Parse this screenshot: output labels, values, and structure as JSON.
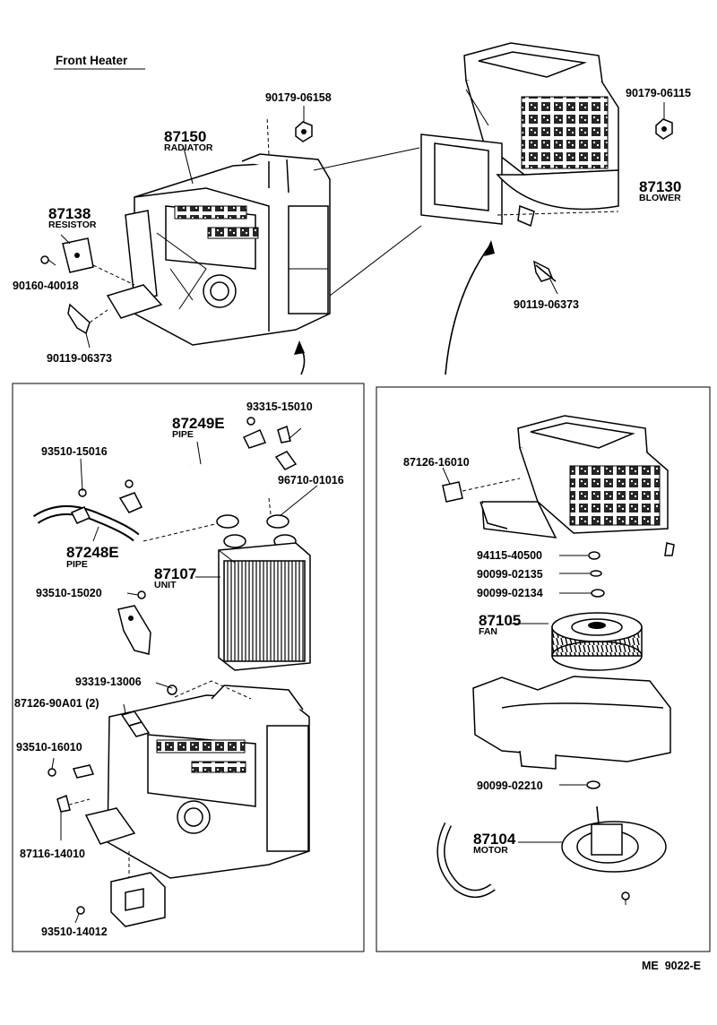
{
  "diagram": {
    "title": "Front Heater",
    "footer_code": "ME  9022-E",
    "labels": {
      "p90179_06158": "90179-06158",
      "p90179_06115": "90179-06115",
      "p87150": "87150",
      "radiator": "RADIATOR",
      "p87130": "87130",
      "blower": "BLOWER",
      "p87138": "87138",
      "resistor": "RESISTOR",
      "p90160_40018": "90160-40018",
      "p90119_06373_a": "90119-06373",
      "p90119_06373_b": "90119-06373",
      "p93315_15010": "93315-15010",
      "p87249E": "87249E",
      "pipe_a": "PIPE",
      "p93510_15016": "93510-15016",
      "p96710_01016": "96710-01016",
      "p87248E": "87248E",
      "pipe_b": "PIPE",
      "p87107": "87107",
      "unit": "UNIT",
      "p93510_15020": "93510-15020",
      "p93319_13006": "93319-13006",
      "p87126_90A01": "87126-90A01 (2)",
      "p93510_16010": "93510-16010",
      "p87116_14010": "87116-14010",
      "p93510_14012": "93510-14012",
      "p87126_16010": "87126-16010",
      "p94115_40500": "94115-40500",
      "p90099_02135": "90099-02135",
      "p90099_02134": "90099-02134",
      "p87105": "87105",
      "fan": "FAN",
      "p90099_02210": "90099-02210",
      "p87104": "87104",
      "motor": "MOTOR"
    }
  }
}
